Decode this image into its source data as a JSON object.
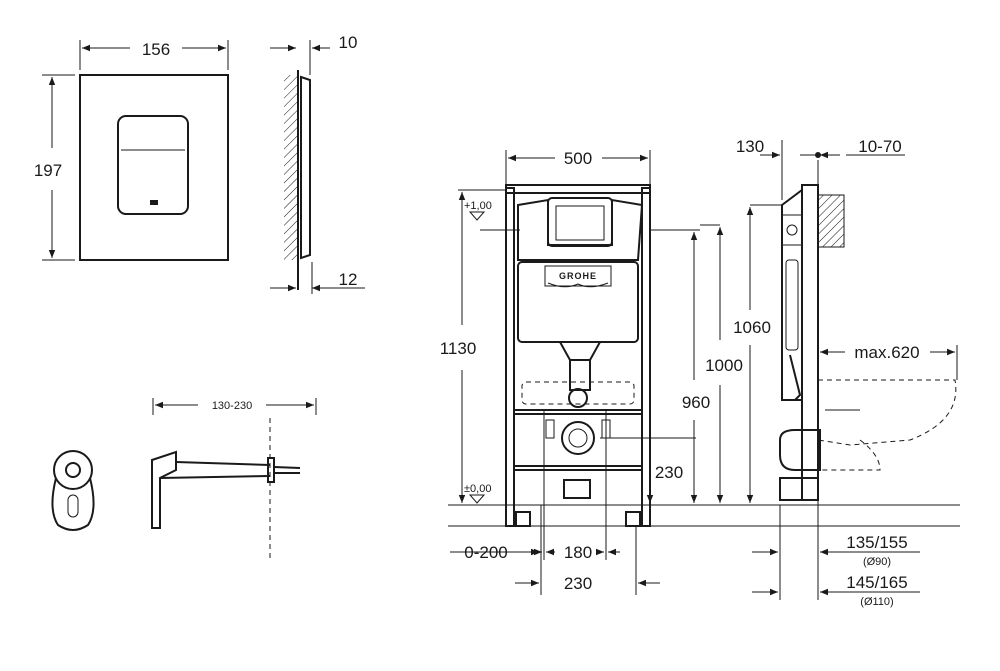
{
  "plate": {
    "width": "156",
    "height": "197",
    "depth": "10",
    "wall_gap": "12"
  },
  "bend": {
    "length": "130-230"
  },
  "frame": {
    "brand": "GROHE",
    "width": "500",
    "total_height": "1130",
    "level_top": "+1,00",
    "level_floor": "±0,00",
    "h_inlet": "1000",
    "h_drain_center": "960",
    "h_drain": "230",
    "offset": "0-200",
    "foot_inner": "180",
    "foot_outer": "230"
  },
  "side": {
    "depth": "130",
    "adjust": "10-70",
    "h_top": "1060",
    "bowl": "max.620",
    "pipe1": "135/155",
    "pipe1_dia": "(Ø90)",
    "pipe2": "145/165",
    "pipe2_dia": "(Ø110)"
  }
}
